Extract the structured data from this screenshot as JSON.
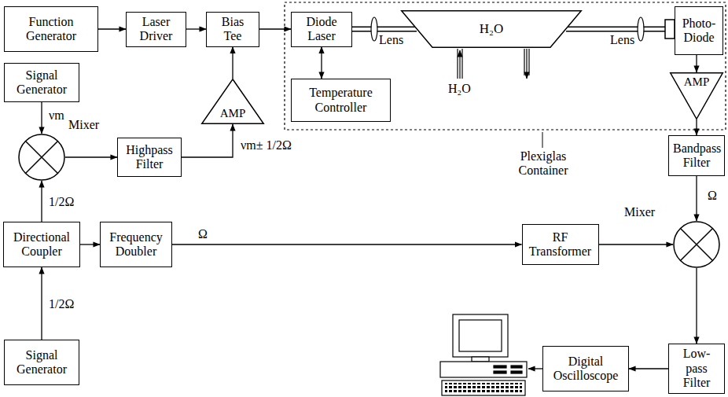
{
  "diagram": {
    "nodes": [
      {
        "text": [
          "Function Generator"
        ]
      },
      {
        "text": [
          "Laser Driver"
        ]
      },
      {
        "text": [
          "Bias Tee"
        ]
      },
      {
        "text": [
          "Diode Laser"
        ]
      },
      {
        "text": [
          "H₂O"
        ]
      },
      {
        "text": [
          "Photo-Diode"
        ]
      },
      {
        "text": [
          "Temperature Controller"
        ]
      },
      {
        "text": [
          "Signal Generator"
        ]
      },
      {
        "text": [
          "Mixer"
        ]
      },
      {
        "text": [
          "Highpass Filter"
        ]
      },
      {
        "text": [
          "AMP"
        ]
      },
      {
        "text": [
          "Directional Coupler"
        ]
      },
      {
        "text": [
          "Frequency Doubler"
        ]
      },
      {
        "text": [
          "RF Transformer"
        ]
      },
      {
        "text": [
          "AMP"
        ]
      },
      {
        "text": [
          "Bandpass Filter"
        ]
      },
      {
        "text": [
          "Mixer"
        ]
      },
      {
        "text": [
          "Low-pass Filter"
        ]
      },
      {
        "text": [
          "Digital Oscilloscope"
        ]
      },
      {
        "text": [
          "Signal Generator"
        ]
      }
    ],
    "edges": [
      {
        "from": 0,
        "to": 1,
        "arrow": "to"
      },
      {
        "from": 1,
        "to": 2,
        "arrow": "to"
      },
      {
        "from": 2,
        "to": 3,
        "arrow": "to"
      },
      {
        "from": 3,
        "to": 4,
        "arrow": "none"
      },
      {
        "from": 4,
        "to": 5,
        "arrow": "none"
      },
      {
        "from": 3,
        "to": 6,
        "arrow": "both"
      },
      {
        "from": 7,
        "to": 8,
        "arrow": "to",
        "label": "νm"
      },
      {
        "from": 8,
        "to": 9,
        "arrow": "to"
      },
      {
        "from": 9,
        "to": 10,
        "arrow": "to",
        "label": "νm± 1/2Ω"
      },
      {
        "from": 10,
        "to": 2,
        "arrow": "to"
      },
      {
        "from": 19,
        "to": 11,
        "arrow": "to",
        "label": "1/2Ω"
      },
      {
        "from": 11,
        "to": 8,
        "arrow": "to",
        "label": "1/2Ω"
      },
      {
        "from": 11,
        "to": 12,
        "arrow": "to"
      },
      {
        "from": 12,
        "to": 13,
        "arrow": "to",
        "label": "Ω"
      },
      {
        "from": 13,
        "to": 16,
        "arrow": "to"
      },
      {
        "from": 5,
        "to": 14,
        "arrow": "to"
      },
      {
        "from": 14,
        "to": 15,
        "arrow": "to"
      },
      {
        "from": 15,
        "to": 16,
        "arrow": "to",
        "label": "Ω"
      },
      {
        "from": 16,
        "to": 17,
        "arrow": "to"
      },
      {
        "from": 17,
        "to": 18,
        "arrow": "to"
      }
    ],
    "labels": [
      "Lens",
      "Lens",
      "H₂O",
      "Plexiglas Container"
    ]
  }
}
